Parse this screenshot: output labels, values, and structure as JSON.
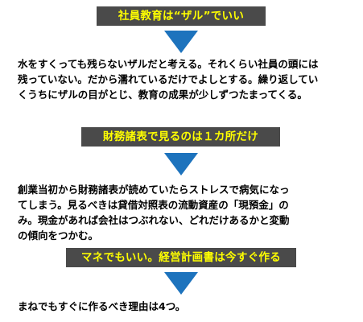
{
  "sections": [
    {
      "banner": "社員教育は“ザル”でいい",
      "lines": [
        "水をすくっても残らないザルだと考える。それくらい社員の頭には",
        "残っていない。だから濡れているだけでよしとする。繰り返してい",
        "くうちにザルの目がとじ、教育の成果が少しずつたまってくる。"
      ]
    },
    {
      "banner": "財務諸表で見るのは１カ所だけ",
      "lines": [
        "創業当初から財務諸表が読めていたらストレスで病気になっ",
        "てしまう。見るべきは貸借対照表の流動資産の「現預金」の",
        "み。現金があれば会社はつぶれない、どれだけあるかと変動",
        "の傾向をつかむ。"
      ]
    },
    {
      "banner": "マネでもいい。経営計画書は今すぐ作る",
      "lines": [
        "まねでもすぐに作るべき理由は4つ。"
      ]
    }
  ],
  "colors": {
    "banner_bg": "#4a4a4a",
    "banner_text": "#ffff00",
    "arrow": "#1d73bd",
    "body_text": "#000000"
  },
  "icons": [
    "down-arrow-icon"
  ]
}
